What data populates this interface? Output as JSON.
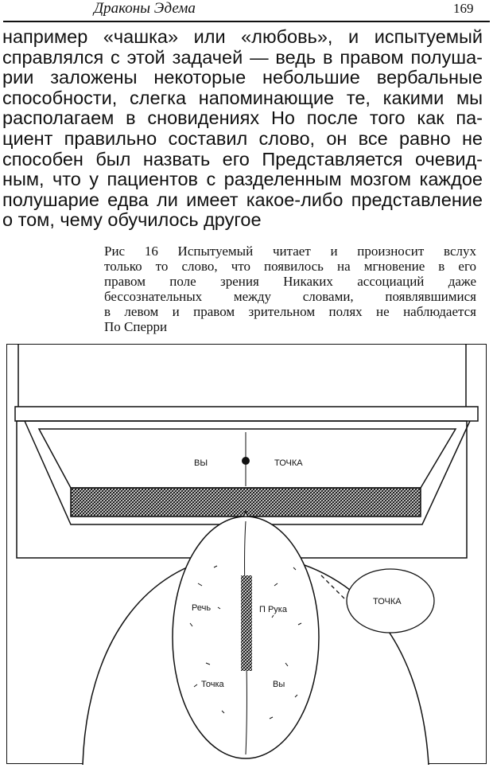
{
  "header": {
    "title": "Драконы Эдема",
    "page_number": "169"
  },
  "body_lines": [
    "например «чашка» или «любовь», и испытуемый",
    "справлялся с этой задачей — ведь в правом полуша-",
    "рии заложены некоторые небольшие вербальные",
    "способности, слегка напоминающие те, какими мы",
    "располагаем в сновидениях  Но после того как па-",
    "циент правильно составил слово, он все равно не",
    "способен был назвать его  Представляется очевид-",
    "ным, что у пациентов с разделенным мозгом каждое",
    "полушарие едва ли имеет какое-либо представление",
    "о том, чему обучилось другое"
  ],
  "caption_lines": [
    "Рис  16  Испытуемый  читает  и  произносит  вслух",
    "только то слово, что появилось на мгновение в его",
    "правом  поле  зрения   Никаких  ассоциаций   даже",
    "бессознательных   между  словами,  появлявшимися",
    "в левом и правом зрительном полях  не наблюдается",
    "По Сперри"
  ],
  "figure": {
    "screen_left_word": "ВЫ",
    "screen_right_word": "ТОЧКА",
    "speech_bubble": "ТОЧКА",
    "brain_labels": {
      "speech": "Речь",
      "right_hand": "П Рука",
      "left_lower": "Точка",
      "right_lower": "Вы"
    }
  }
}
